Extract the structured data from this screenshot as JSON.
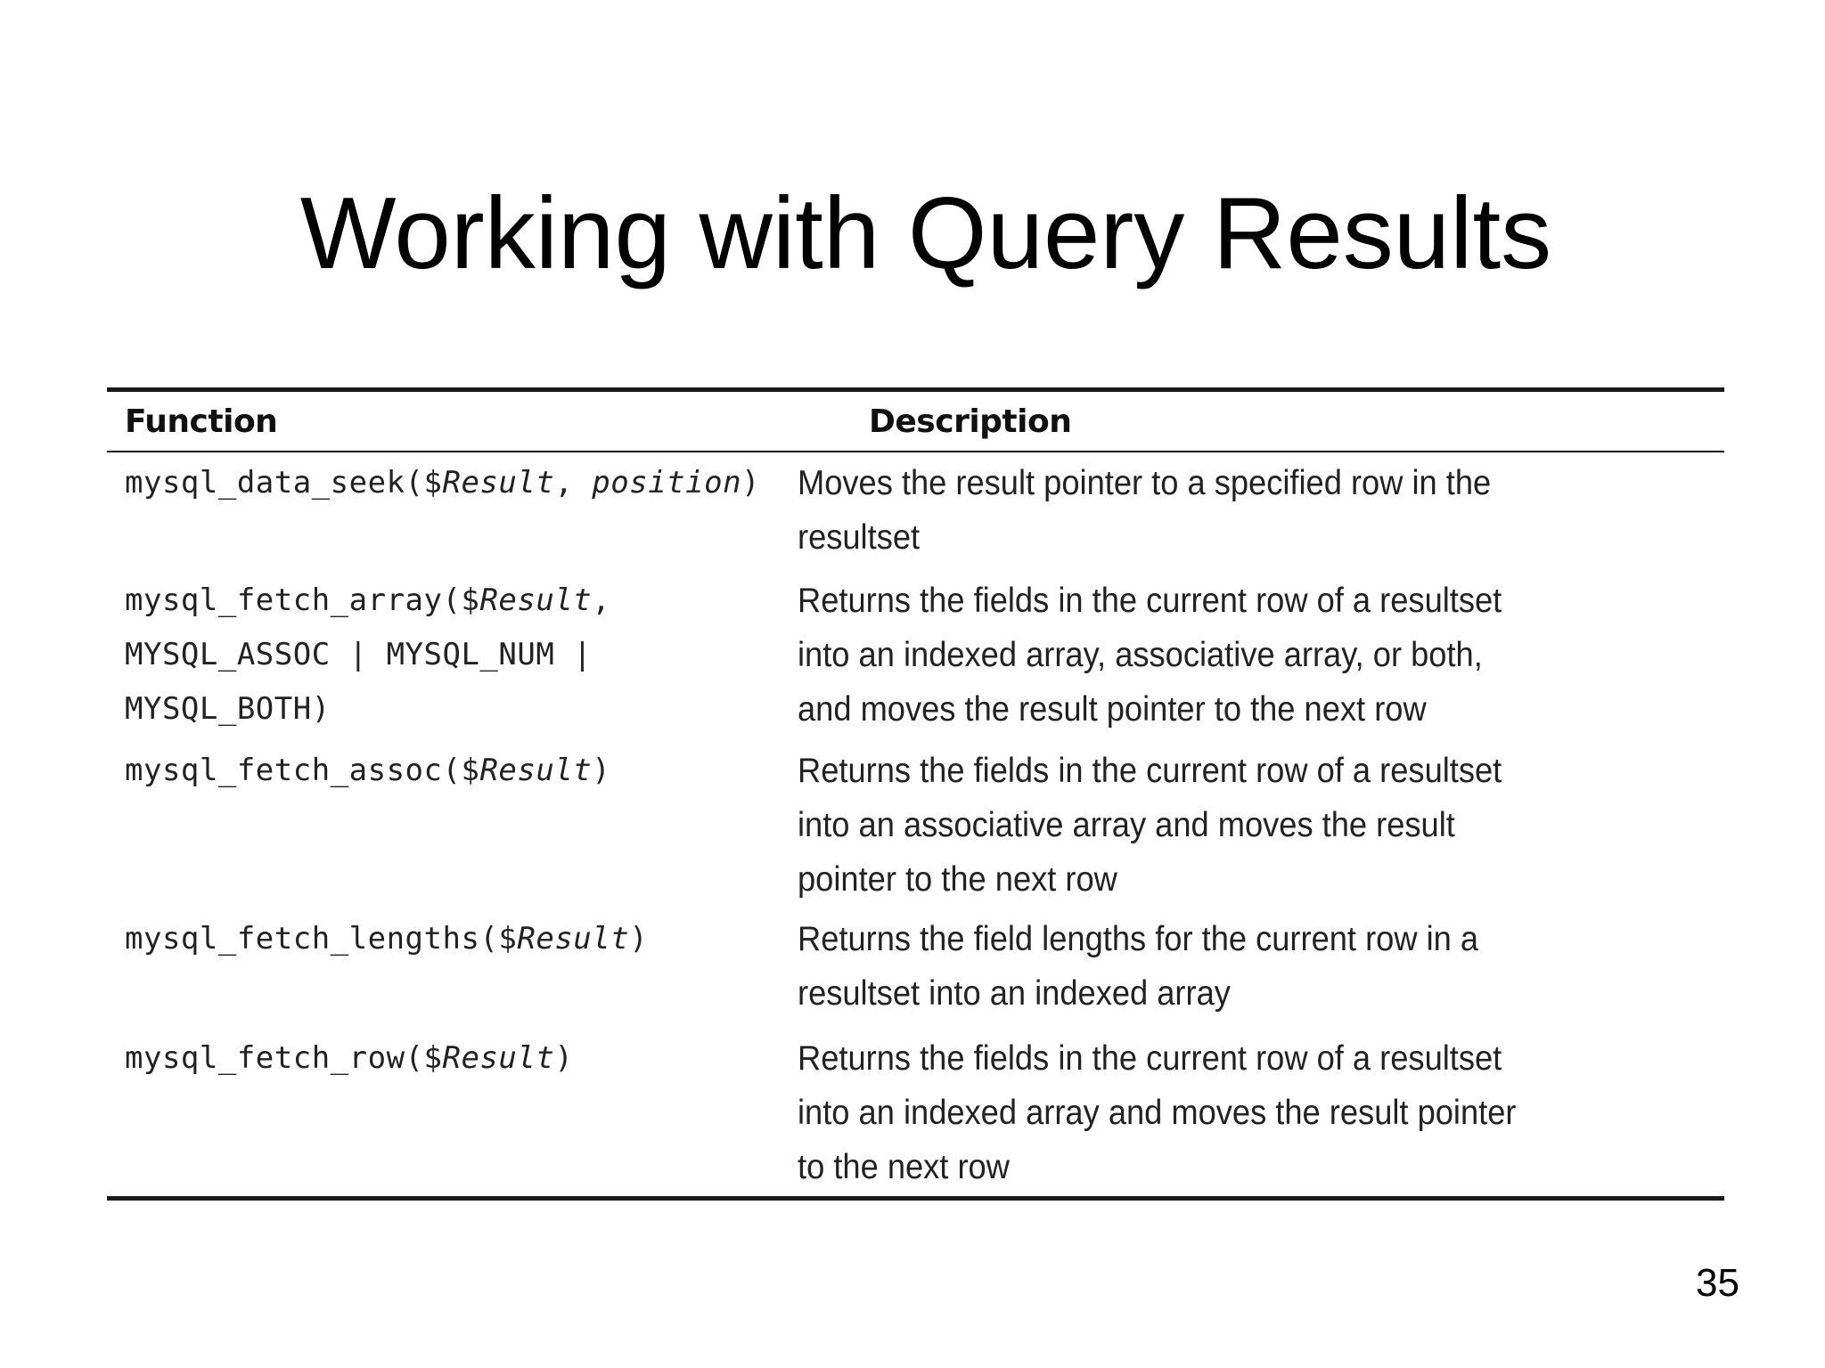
{
  "slide": {
    "title": "Working with Query Results",
    "page_number": "35"
  },
  "table": {
    "headers": {
      "function": "Function",
      "description": "Description"
    },
    "rows": [
      {
        "function": [
          [
            {
              "t": "mysql_data_seek($"
            },
            {
              "t": "Result",
              "i": true
            },
            {
              "t": ", "
            },
            {
              "t": "position",
              "i": true
            },
            {
              "t": ")"
            }
          ]
        ],
        "description": [
          "Moves the result pointer to a specified row in the",
          "resultset"
        ]
      },
      {
        "function": [
          [
            {
              "t": "mysql_fetch_array($"
            },
            {
              "t": "Result",
              "i": true
            },
            {
              "t": ","
            }
          ],
          [
            {
              "t": "MYSQL_ASSOC | MYSQL_NUM |"
            }
          ],
          [
            {
              "t": "MYSQL_BOTH)"
            }
          ]
        ],
        "description": [
          "Returns the fields in the current row of a resultset",
          "into an indexed array, associative array, or both,",
          "and moves the result pointer to the next row"
        ]
      },
      {
        "function": [
          [
            {
              "t": "mysql_fetch_assoc($"
            },
            {
              "t": "Result",
              "i": true
            },
            {
              "t": ")"
            }
          ]
        ],
        "description": [
          "Returns the fields in the current row of a resultset",
          "into an associative array and moves the result",
          "pointer to the next row"
        ]
      },
      {
        "function": [
          [
            {
              "t": "mysql_fetch_lengths($"
            },
            {
              "t": "Result",
              "i": true
            },
            {
              "t": ")"
            }
          ]
        ],
        "description": [
          "Returns the field lengths for the current row in a",
          "resultset into an indexed array"
        ]
      },
      {
        "function": [
          [
            {
              "t": "mysql_fetch_row($"
            },
            {
              "t": "Result",
              "i": true
            },
            {
              "t": ")"
            }
          ]
        ],
        "description": [
          "Returns the fields in the current row of a resultset",
          "into an indexed array and moves the result pointer",
          "to the next row"
        ]
      }
    ]
  }
}
